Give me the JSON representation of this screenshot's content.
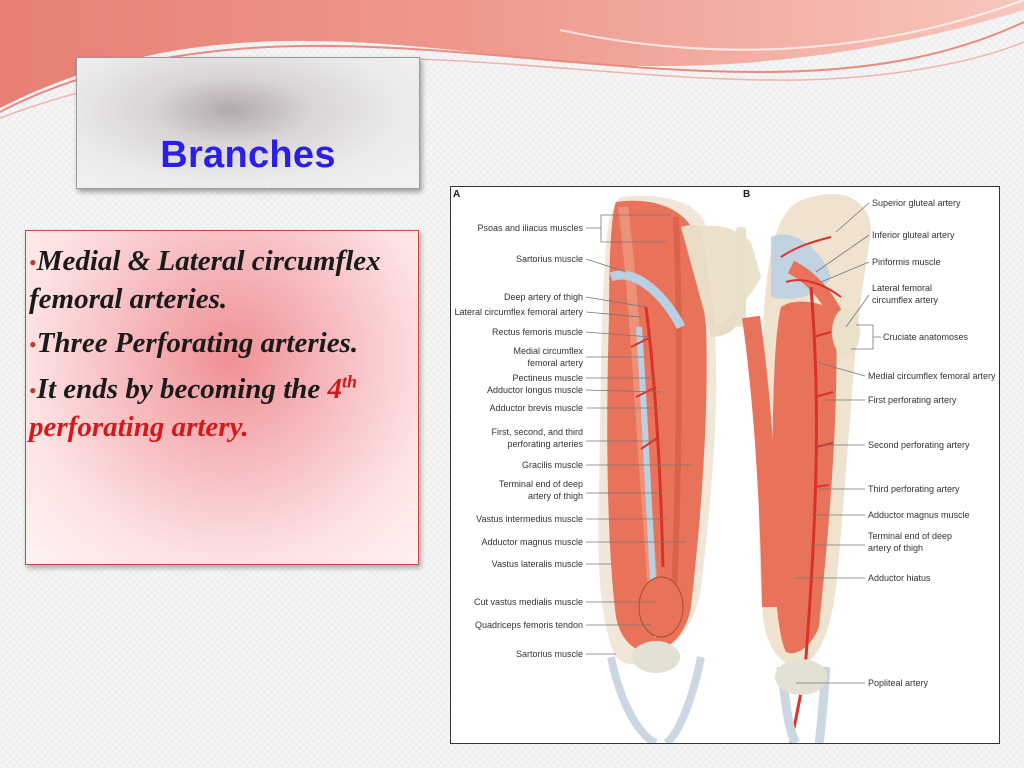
{
  "slide": {
    "title": "Branches"
  },
  "bullets": [
    {
      "text": "Medial & Lateral circumflex femoral arteries."
    },
    {
      "text": "Three Perforating arteries."
    },
    {
      "prefix": "It ends by becoming the",
      "num": "4",
      "sup": "th",
      "suffix": "perforating artery."
    }
  ],
  "figure": {
    "panel_a": "A",
    "panel_b": "B",
    "left_labels": [
      "Psoas and iliacus muscles",
      "Sartorius muscle",
      "Deep artery of thigh",
      "Lateral circumflex femoral artery",
      "Rectus femoris muscle",
      "Medial circumflex",
      "femoral artery",
      "Pectineus muscle",
      "Adductor longus muscle",
      "Adductor brevis muscle",
      "First, second, and third",
      "perforating arteries",
      "Gracilis muscle",
      "Terminal end of deep",
      "artery of thigh",
      "Vastus intermedius muscle",
      "Adductor magnus muscle",
      "Vastus lateralis muscle",
      "Cut vastus medialis muscle",
      "Quadriceps femoris tendon",
      "Sartorius muscle"
    ],
    "right_labels": [
      "Superior gluteal artery",
      "Inferior gluteal artery",
      "Piriformis muscle",
      "Lateral femoral",
      "circumflex artery",
      "Cruciate anatomoses",
      "Medial circumflex femoral artery",
      "First perforating artery",
      "Second perforating artery",
      "Third perforating artery",
      "Adductor magnus muscle",
      "Terminal end of deep",
      "artery of thigh",
      "Adductor hiatus",
      "Popliteal artery"
    ]
  },
  "colors": {
    "title": "#2a1fe6",
    "accent_red": "#d31919",
    "muscle": "#e8735a",
    "artery": "#d8322a",
    "fascia": "#b9d0e3"
  }
}
